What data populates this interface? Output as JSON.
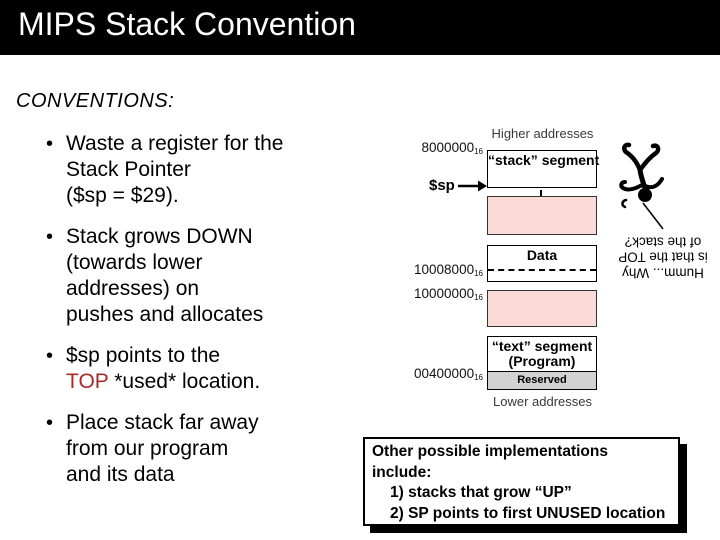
{
  "title_bar": {
    "title": "MIPS Stack Convention"
  },
  "content": {
    "heading": "CONVENTIONS:",
    "bullet_char": "•",
    "bullets": [
      {
        "lines": [
          "Waste a register for the",
          "Stack Pointer",
          "($sp = $29)."
        ]
      },
      {
        "lines": [
          "Stack grows DOWN",
          "(towards lower",
          "addresses) on",
          "pushes and allocates"
        ]
      },
      {
        "lines": [
          "$sp points to the"
        ],
        "highlight": {
          "red": "TOP",
          "rest": " *used* location."
        }
      },
      {
        "lines": [
          "Place stack far away",
          "from our program",
          "and its data"
        ]
      }
    ]
  },
  "diagram": {
    "higher_label": "Higher addresses",
    "lower_label": "Lower addresses",
    "sp_label": "$sp",
    "addresses": {
      "stack_top": {
        "value": "8000000",
        "base": "16"
      },
      "data_top": {
        "value": "10008000",
        "base": "16"
      },
      "data_bottom": {
        "value": "10000000",
        "base": "16"
      },
      "text_bottom": {
        "value": "00400000",
        "base": "16"
      }
    },
    "stack_segment_label": "“stack” segment",
    "data_label": "Data",
    "text_segment_label": "“text” segment",
    "program_label": "(Program)",
    "reserved_label": "Reserved",
    "callout_lines": [
      "Humm... Why",
      "is that the TOP",
      "of the stack?"
    ]
  },
  "note_box": {
    "lines": [
      "Other possible implementations",
      "include:",
      "1) stacks that grow “UP”",
      "2) SP points to first UNUSED location"
    ]
  },
  "colors": {
    "title_bg": "#000000",
    "title_fg": "#FFFFFF",
    "accent_red": "#A52A2A",
    "pink_fill": "#FBDBD8",
    "reserved_gray": "#D2D2D2"
  }
}
